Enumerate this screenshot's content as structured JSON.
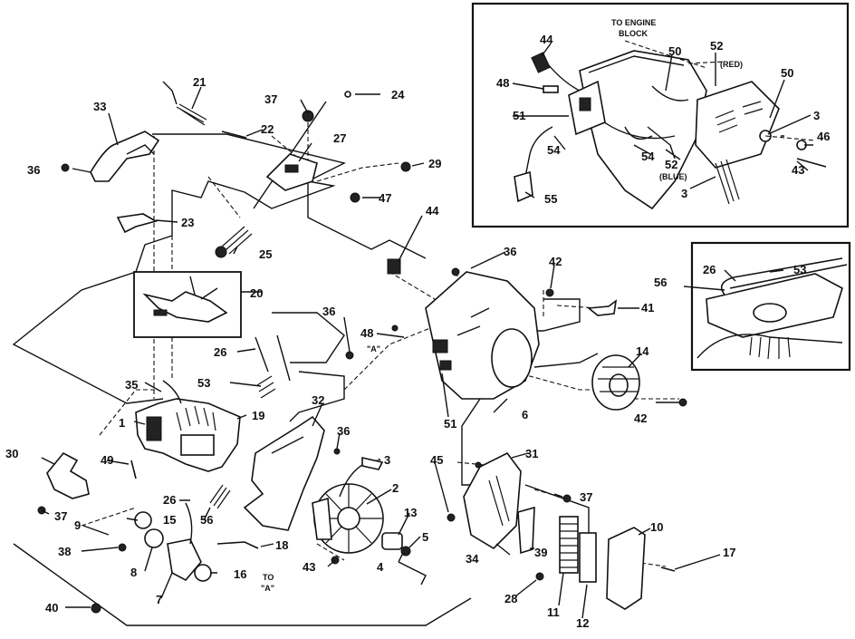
{
  "colors": {
    "ink": "#111111",
    "paper": "#ffffff"
  },
  "inset_top": {
    "to_engine_line1": "TO ENGINE",
    "to_engine_line2": "BLOCK",
    "red_note": "(RED)",
    "blue_note": "(BLUE)"
  },
  "notes": {
    "to_a_line1": "TO",
    "to_a_line2": "\"A\"",
    "a_marker": "\"A\""
  },
  "callouts": [
    {
      "id": "c1",
      "text": "1"
    },
    {
      "id": "c2",
      "text": "2"
    },
    {
      "id": "c3",
      "text": "3"
    },
    {
      "id": "c4",
      "text": "4"
    },
    {
      "id": "c5",
      "text": "5"
    },
    {
      "id": "c6",
      "text": "6"
    },
    {
      "id": "c7",
      "text": "7"
    },
    {
      "id": "c8",
      "text": "8"
    },
    {
      "id": "c9",
      "text": "9"
    },
    {
      "id": "c10",
      "text": "10"
    },
    {
      "id": "c11",
      "text": "11"
    },
    {
      "id": "c12",
      "text": "12"
    },
    {
      "id": "c13",
      "text": "13"
    },
    {
      "id": "c14",
      "text": "14"
    },
    {
      "id": "c15",
      "text": "15"
    },
    {
      "id": "c16",
      "text": "16"
    },
    {
      "id": "c17",
      "text": "17"
    },
    {
      "id": "c18",
      "text": "18"
    },
    {
      "id": "c19",
      "text": "19"
    },
    {
      "id": "c20",
      "text": "20"
    },
    {
      "id": "c21",
      "text": "21"
    },
    {
      "id": "c22",
      "text": "22"
    },
    {
      "id": "c23",
      "text": "23"
    },
    {
      "id": "c24",
      "text": "24"
    },
    {
      "id": "c25",
      "text": "25"
    },
    {
      "id": "c26a",
      "text": "26"
    },
    {
      "id": "c26b",
      "text": "26"
    },
    {
      "id": "c26c",
      "text": "26"
    },
    {
      "id": "c27",
      "text": "27"
    },
    {
      "id": "c28",
      "text": "28"
    },
    {
      "id": "c29",
      "text": "29"
    },
    {
      "id": "c30",
      "text": "30"
    },
    {
      "id": "c31",
      "text": "31"
    },
    {
      "id": "c32",
      "text": "32"
    },
    {
      "id": "c33",
      "text": "33"
    },
    {
      "id": "c34",
      "text": "34"
    },
    {
      "id": "c35",
      "text": "35"
    },
    {
      "id": "c36a",
      "text": "36"
    },
    {
      "id": "c36b",
      "text": "36"
    },
    {
      "id": "c36c",
      "text": "36"
    },
    {
      "id": "c36d",
      "text": "36"
    },
    {
      "id": "c37a",
      "text": "37"
    },
    {
      "id": "c37b",
      "text": "37"
    },
    {
      "id": "c37c",
      "text": "37"
    },
    {
      "id": "c38",
      "text": "38"
    },
    {
      "id": "c39",
      "text": "39"
    },
    {
      "id": "c40",
      "text": "40"
    },
    {
      "id": "c41",
      "text": "41"
    },
    {
      "id": "c42a",
      "text": "42"
    },
    {
      "id": "c42b",
      "text": "42"
    },
    {
      "id": "c43a",
      "text": "43"
    },
    {
      "id": "c43b",
      "text": "43"
    },
    {
      "id": "c44a",
      "text": "44"
    },
    {
      "id": "c44b",
      "text": "44"
    },
    {
      "id": "c45",
      "text": "45"
    },
    {
      "id": "c46",
      "text": "46"
    },
    {
      "id": "c47",
      "text": "47"
    },
    {
      "id": "c48a",
      "text": "48"
    },
    {
      "id": "c48b",
      "text": "48"
    },
    {
      "id": "c49",
      "text": "49"
    },
    {
      "id": "c50a",
      "text": "50"
    },
    {
      "id": "c50b",
      "text": "50"
    },
    {
      "id": "c51a",
      "text": "51"
    },
    {
      "id": "c51b",
      "text": "51"
    },
    {
      "id": "c52a",
      "text": "52"
    },
    {
      "id": "c52b",
      "text": "52"
    },
    {
      "id": "c53a",
      "text": "53"
    },
    {
      "id": "c53b",
      "text": "53"
    },
    {
      "id": "c54a",
      "text": "54"
    },
    {
      "id": "c54b",
      "text": "54"
    },
    {
      "id": "c55",
      "text": "55"
    },
    {
      "id": "c56a",
      "text": "56"
    },
    {
      "id": "c56b",
      "text": "56"
    },
    {
      "id": "c3b",
      "text": "3"
    },
    {
      "id": "c3c",
      "text": "3"
    }
  ]
}
